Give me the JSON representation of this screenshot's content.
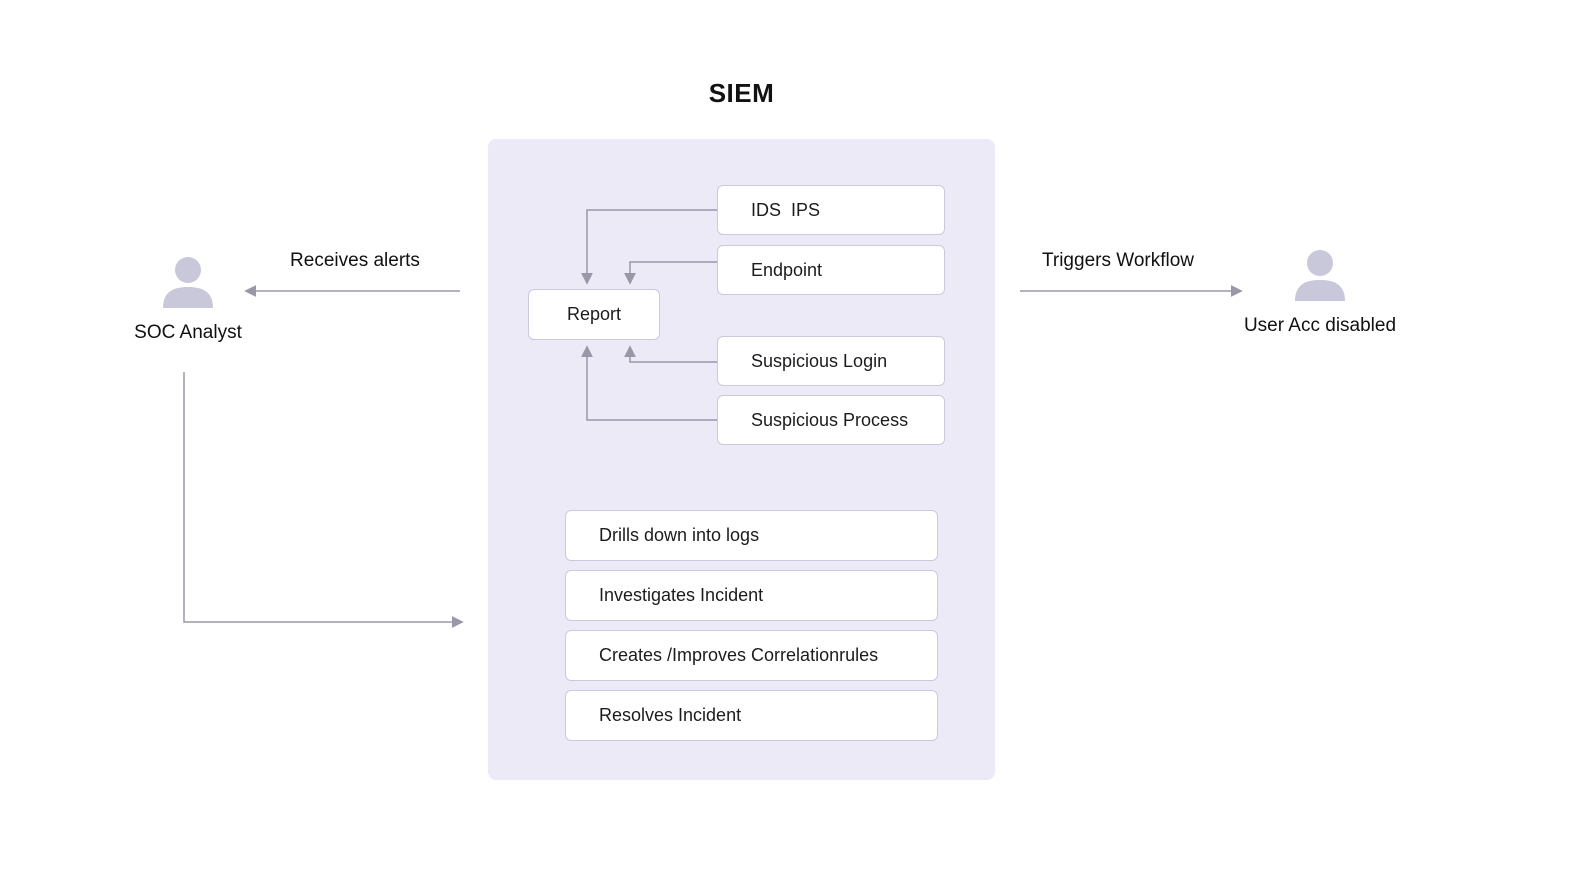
{
  "title": "SIEM",
  "actors": {
    "analyst": {
      "label": "SOC Analyst",
      "icon": "person-icon"
    },
    "user": {
      "label": "User Acc disabled",
      "icon": "person-icon"
    }
  },
  "edges": {
    "receives_alerts": {
      "label": "Receives alerts"
    },
    "triggers_workflow": {
      "label": "Triggers Workflow"
    }
  },
  "siem": {
    "report": {
      "label": "Report"
    },
    "sources": [
      {
        "label": "IDS  IPS"
      },
      {
        "label": "Endpoint"
      },
      {
        "label": "Suspicious Login"
      },
      {
        "label": "Suspicious Process"
      }
    ],
    "activities": [
      {
        "label": "Drills down into logs"
      },
      {
        "label": "Investigates Incident"
      },
      {
        "label": "Creates /Improves Correlationrules"
      },
      {
        "label": "Resolves Incident"
      }
    ]
  },
  "colors": {
    "container-fill": "#ECEAF6",
    "box-border": "#CBC9DB",
    "line-color": "#9A98A8",
    "icon-fill": "#C9C7DA",
    "text-color": "#1C1C1C"
  }
}
